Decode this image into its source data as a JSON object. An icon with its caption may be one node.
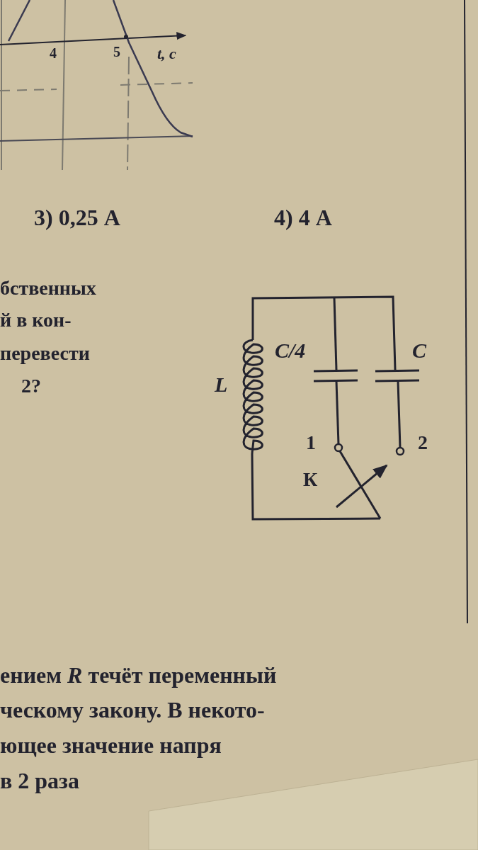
{
  "diagram": {
    "labels": [
      "4",
      "5",
      "t, с",
      "3) 0,25 А",
      "4) 4 А",
      "бственных",
      "й в кон-",
      "перевести",
      "2?",
      "L",
      "C/4",
      "C",
      "1",
      "2",
      "К",
      "ением *R* течёт переменный",
      "ческому закону. В некото-",
      "ющее значение напря",
      "в 2 раза"
    ]
  }
}
